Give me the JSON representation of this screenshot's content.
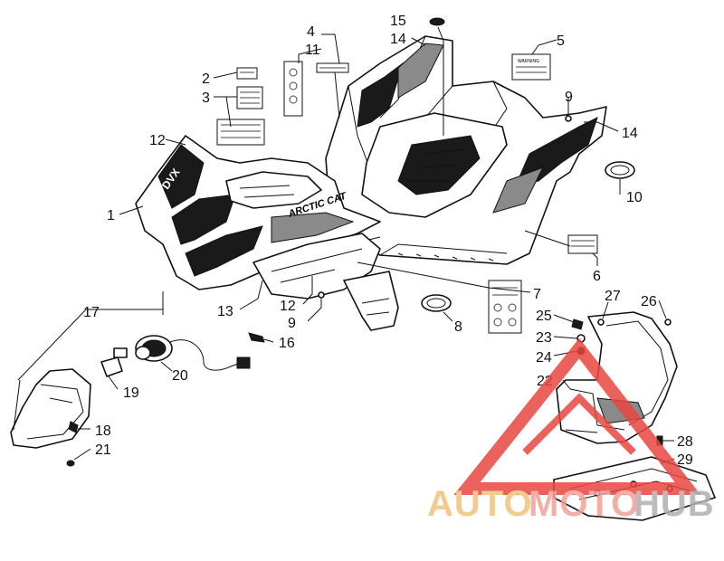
{
  "callouts": [
    "1",
    "2",
    "3",
    "4",
    "5",
    "6",
    "7",
    "8",
    "9",
    "10",
    "11",
    "12",
    "13",
    "14",
    "15",
    "16",
    "17",
    "18",
    "19",
    "20",
    "21",
    "22",
    "23",
    "24",
    "25",
    "26",
    "27",
    "28",
    "29"
  ],
  "labels": {
    "c1": "1",
    "c2": "2",
    "c3": "3",
    "c4": "4",
    "c5": "5",
    "c6": "6",
    "c7": "7",
    "c8": "8",
    "c9a": "9",
    "c9b": "9",
    "c10": "10",
    "c11": "11",
    "c12a": "12",
    "c12b": "12",
    "c13": "13",
    "c14a": "14",
    "c14b": "14",
    "c15": "15",
    "c16": "16",
    "c17": "17",
    "c18": "18",
    "c19": "19",
    "c20": "20",
    "c21": "21",
    "c22": "22",
    "c23": "23",
    "c24": "24",
    "c25": "25",
    "c26": "26",
    "c27": "27",
    "c28": "28",
    "c29": "29"
  },
  "decals": {
    "brand": "ARCTIC CAT",
    "side": "DVX",
    "warning": "WARNING"
  },
  "watermark": {
    "text_a": "AUTO",
    "text_b": "MOTO",
    "text_c": "HUB",
    "color_a": "#f2c47a",
    "color_b": "#f2a09a",
    "color_c": "#b0b0b0",
    "logo_color": "#e8463f"
  }
}
